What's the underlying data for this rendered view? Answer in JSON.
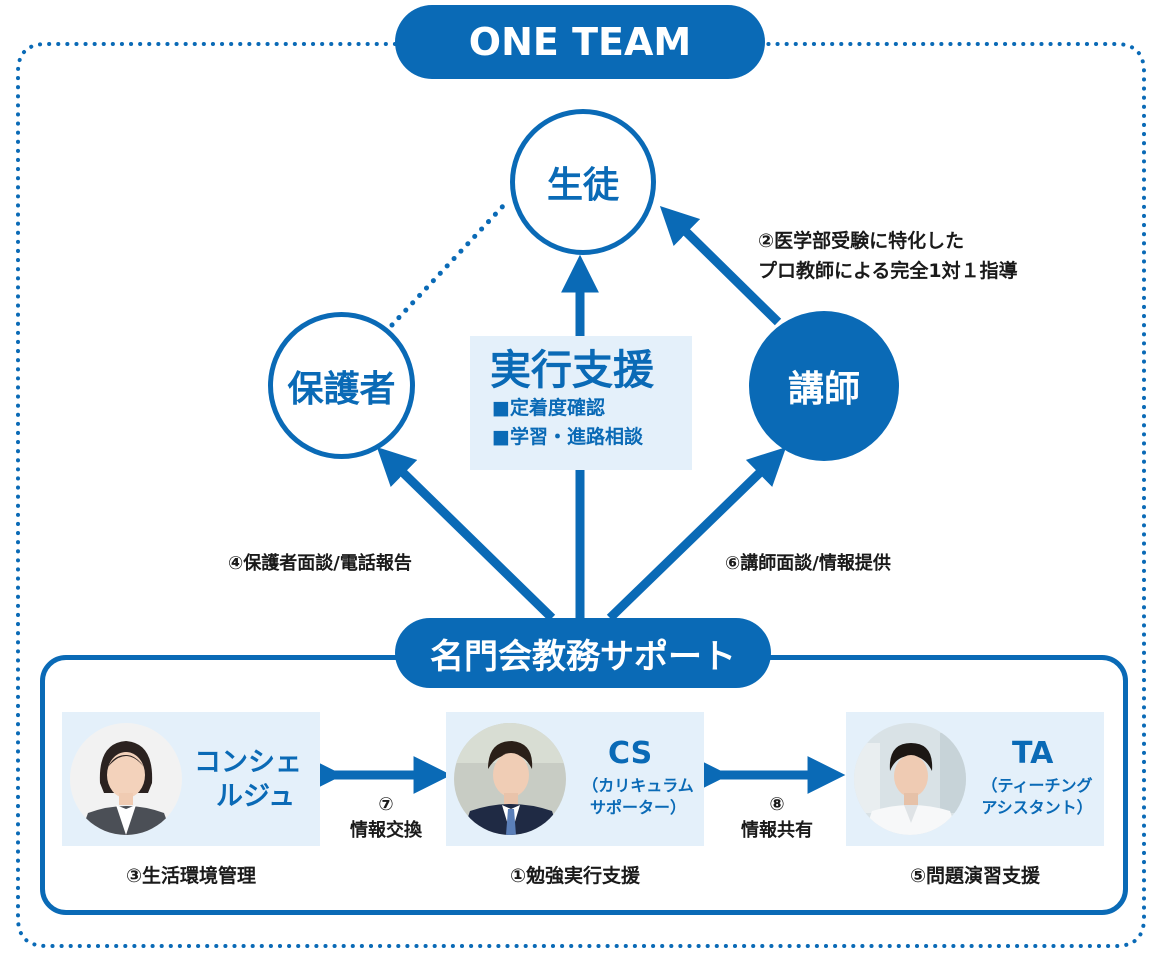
{
  "header": {
    "title": "ONE TEAM"
  },
  "nodes": {
    "student": "生徒",
    "guardian": "保護者",
    "teacher": "講師"
  },
  "support": {
    "title": "実行支援",
    "items": [
      "■定着度確認",
      "■学習・進路相談"
    ]
  },
  "edges": {
    "teacher_to_student": [
      "②医学部受験に特化した",
      "プロ教師による完全1対１指導"
    ],
    "to_guardian": "④保護者面談/電話報告",
    "to_teacher": "⑥講師面談/情報提供"
  },
  "bottom": {
    "title": "名門会教務サポート",
    "cards": [
      {
        "title_lines": [
          "コンシェ",
          "ルジュ"
        ],
        "sub_lines": [],
        "role": "③生活環境管理"
      },
      {
        "title_lines": [
          "CS"
        ],
        "sub_lines": [
          "（カリキュラム",
          "サポーター）"
        ],
        "role": "①勉強実行支援"
      },
      {
        "title_lines": [
          "TA"
        ],
        "sub_lines": [
          "（ティーチング",
          "アシスタント）"
        ],
        "role": "⑤問題演習支援"
      }
    ],
    "exchanges": [
      {
        "num": "⑦",
        "label": "情報交換"
      },
      {
        "num": "⑧",
        "label": "情報共有"
      }
    ]
  },
  "colors": {
    "primary": "#0a6ab6",
    "light": "#e4f0fa",
    "text": "#1a1a1a"
  }
}
